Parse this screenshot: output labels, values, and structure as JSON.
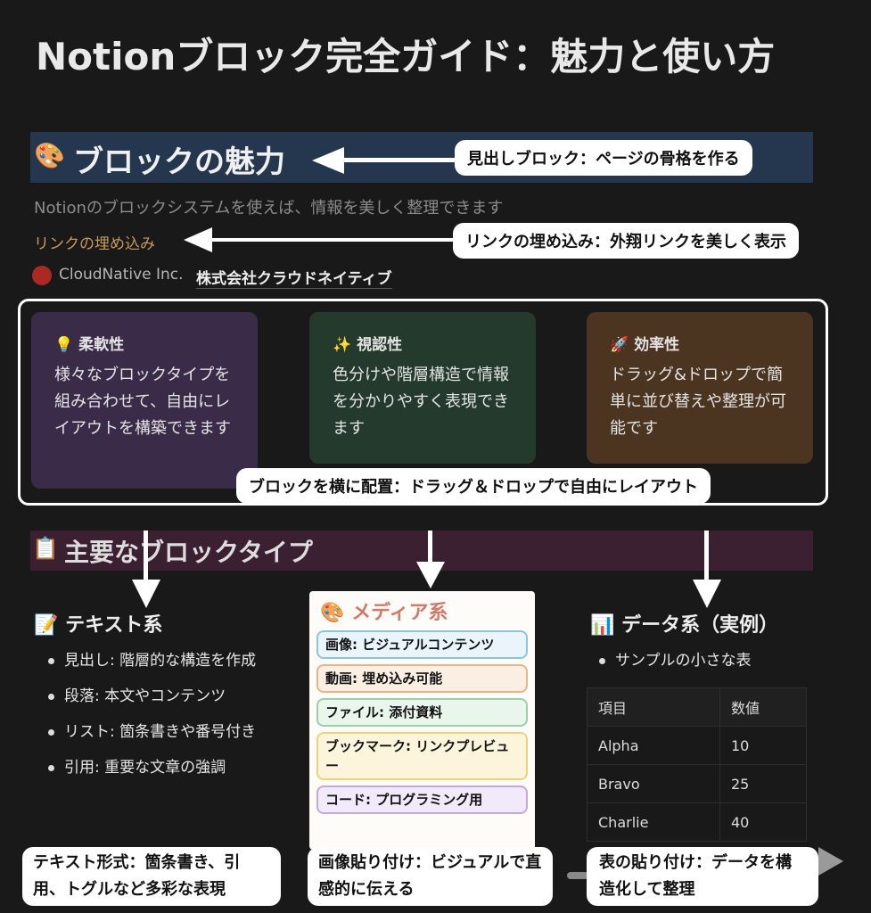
{
  "title": "Notionブロック完全ガイド：魅力と使い方",
  "section1": {
    "icon": "🎨",
    "heading": "ブロックの魅力",
    "callout": "見出しブロック：ページの骨格を作る",
    "paragraph": "Notionのブロックシステムを使えば、情報を美しく整理できます",
    "link_label": "リンクの埋め込み",
    "link_callout": "リンクの埋め込み：外翔リンクを美しく表示",
    "company_en": "CloudNative Inc.",
    "company_ja": "株式会社クラウドネイティブ"
  },
  "cards": [
    {
      "icon": "💡",
      "title": "柔軟性",
      "body": "様々なブロックタイプを組み合わせて、自由にレイアウトを構築できます",
      "color": "#3a2c48"
    },
    {
      "icon": "✨",
      "title": "視認性",
      "body": "色分けや階層構造で情報を分かりやすく表現できます",
      "color": "#243a2d"
    },
    {
      "icon": "🚀",
      "title": "効率性",
      "body": "ドラッグ&ドロップで簡単に並び替えや整理が可能です",
      "color": "#4b3420"
    }
  ],
  "cards_callout": "ブロックを横に配置：ドラッグ＆ドロップで自由にレイアウト",
  "section2": {
    "icon": "📋",
    "heading": "主要なブロックタイプ"
  },
  "text_col": {
    "icon": "📝",
    "heading": "テキスト系",
    "items": [
      "見出し: 階層的な構造を作成",
      "段落: 本文やコンテンツ",
      "リスト: 箇条書きや番号付き",
      "引用: 重要な文章の強調"
    ],
    "callout": "テキスト形式：箇条書き、引用、トグルなど多彩な表現"
  },
  "media": {
    "heading": "メディア系",
    "items": [
      {
        "label": "画像: ビジュアルコンテンツ",
        "color": "#8cc4e0"
      },
      {
        "label": "動画: 埋め込み可能",
        "color": "#e8b48a"
      },
      {
        "label": "ファイル: 添付資料",
        "color": "#9ccfa8"
      },
      {
        "label": "ブックマーク: リンクプレビュー",
        "color": "#ecd37a"
      },
      {
        "label": "コード: プログラミング用",
        "color": "#c2a8dc"
      }
    ],
    "callout": "画像貼り付け：ビジュアルで直感的に伝える"
  },
  "data_col": {
    "icon": "📊",
    "heading": "データ系（実例）",
    "bullet": "サンプルの小さな表",
    "headers": [
      "項目",
      "数値"
    ],
    "rows": [
      [
        "Alpha",
        "10"
      ],
      [
        "Bravo",
        "25"
      ],
      [
        "Charlie",
        "40"
      ]
    ],
    "callout": "表の貼り付け：データを構造化して整理"
  }
}
